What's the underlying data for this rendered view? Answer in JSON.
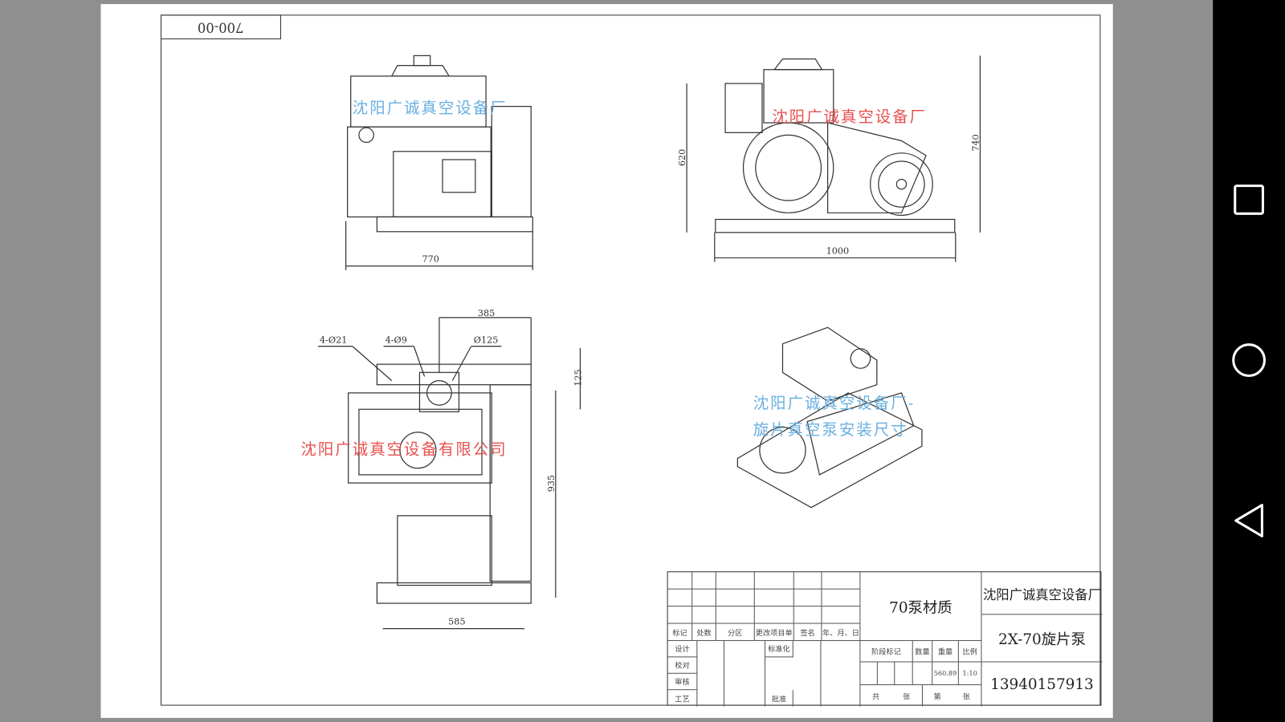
{
  "drawing": {
    "code": "700-00",
    "dimensions": {
      "front_width": "770",
      "side_width": "1000",
      "side_height_left": "620",
      "side_height_right": "740",
      "top_offset": "385",
      "holes_21": "4-Ø21",
      "holes_9": "4-Ø9",
      "dia_125": "Ø125",
      "top_depth": "125",
      "top_length": "935",
      "top_width": "585"
    },
    "watermarks": {
      "front": "沈阳广诚真空设备厂",
      "side": "沈阳广诚真空设备厂",
      "top": "沈阳广诚真空设备有限公司",
      "iso_line1": "沈阳广诚真空设备厂-",
      "iso_line2": "旋片真空泵安装尺寸"
    }
  },
  "title_block": {
    "rev_headers": [
      "标记",
      "处数",
      "分区",
      "更改项目单",
      "签名",
      "年、月、日"
    ],
    "roles": [
      "设计",
      "校对",
      "审核",
      "工艺"
    ],
    "standardize": "标准化",
    "approve": "批准",
    "material": "70泵材质",
    "stage_mark": "阶段标记",
    "quantity": "数量",
    "weight": "重量",
    "scale_label": "比例",
    "weight_value": "560.89",
    "scale_value": "1:10",
    "total": "共",
    "sheet": "张",
    "page_no": "第",
    "page": "张",
    "company": "沈阳广诚真空设备厂",
    "product": "2X-70旋片泵",
    "phone": "13940157913"
  },
  "navbar": {
    "recents": "recents-button",
    "home": "home-button",
    "back": "back-button"
  }
}
